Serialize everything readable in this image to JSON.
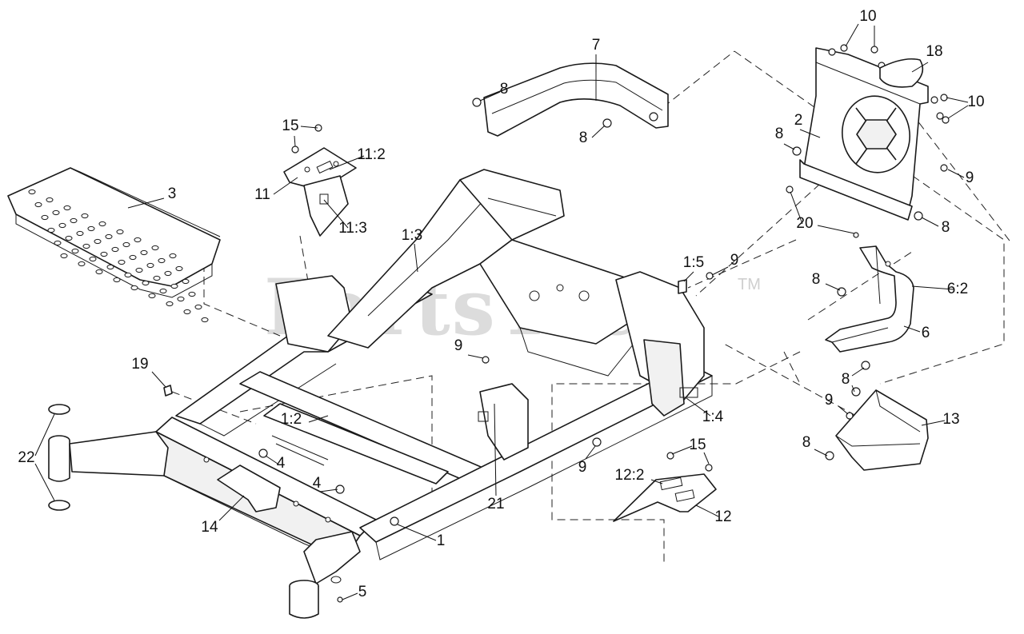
{
  "watermark": {
    "text": "PartsTree",
    "tm": "TM"
  },
  "callouts": [
    {
      "id": "c-10a",
      "text": "10"
    },
    {
      "id": "c-7",
      "text": "7"
    },
    {
      "id": "c-18",
      "text": "18"
    },
    {
      "id": "c-8a",
      "text": "8"
    },
    {
      "id": "c-10b",
      "text": "10"
    },
    {
      "id": "c-15a",
      "text": "15"
    },
    {
      "id": "c-2",
      "text": "2"
    },
    {
      "id": "c-8b",
      "text": "8"
    },
    {
      "id": "c-8c",
      "text": "8"
    },
    {
      "id": "c-11-2",
      "text": "11:2"
    },
    {
      "id": "c-9a",
      "text": "9"
    },
    {
      "id": "c-3",
      "text": "3"
    },
    {
      "id": "c-11",
      "text": "11"
    },
    {
      "id": "c-11-3",
      "text": "11:3"
    },
    {
      "id": "c-20",
      "text": "20"
    },
    {
      "id": "c-8d",
      "text": "8"
    },
    {
      "id": "c-1-3",
      "text": "1:3"
    },
    {
      "id": "c-1-5",
      "text": "1:5"
    },
    {
      "id": "c-9b",
      "text": "9"
    },
    {
      "id": "c-8e",
      "text": "8"
    },
    {
      "id": "c-6-2",
      "text": "6:2"
    },
    {
      "id": "c-6",
      "text": "6"
    },
    {
      "id": "c-9c",
      "text": "9"
    },
    {
      "id": "c-19",
      "text": "19"
    },
    {
      "id": "c-8f",
      "text": "8"
    },
    {
      "id": "c-9d",
      "text": "9"
    },
    {
      "id": "c-13",
      "text": "13"
    },
    {
      "id": "c-1-4",
      "text": "1:4"
    },
    {
      "id": "c-1-2",
      "text": "1:2"
    },
    {
      "id": "c-22",
      "text": "22"
    },
    {
      "id": "c-4a",
      "text": "4"
    },
    {
      "id": "c-15b",
      "text": "15"
    },
    {
      "id": "c-8g",
      "text": "8"
    },
    {
      "id": "c-9e",
      "text": "9"
    },
    {
      "id": "c-12-2",
      "text": "12:2"
    },
    {
      "id": "c-4b",
      "text": "4"
    },
    {
      "id": "c-21",
      "text": "21"
    },
    {
      "id": "c-12",
      "text": "12"
    },
    {
      "id": "c-14",
      "text": "14"
    },
    {
      "id": "c-1",
      "text": "1"
    },
    {
      "id": "c-5",
      "text": "5"
    }
  ]
}
